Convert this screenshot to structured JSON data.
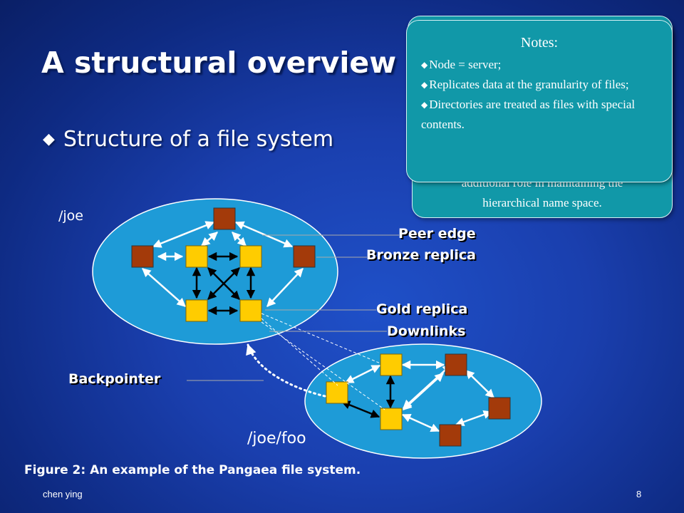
{
  "slide": {
    "title": "A structural overview",
    "bullet": "Structure of a file system",
    "caption": "Figure 2: An example of the Pangaea file system.",
    "footer_author": "chen ying",
    "page_number": "8"
  },
  "diagram": {
    "top_path": "/joe",
    "bottom_path": "/joe/foo",
    "labels": {
      "peer_edge": "Peer edge",
      "bronze_replica": "Bronze replica",
      "gold_replica": "Gold replica",
      "downlinks": "Downlinks",
      "backpointer": "Backpointer"
    },
    "colors": {
      "cluster_fill": "#1e9bd7",
      "gold": "#ffcc00",
      "bronze": "#a33a0a"
    }
  },
  "notes": {
    "title": "Notes",
    "items": [
      "Node = server;",
      "Replicates data at the granularity of files;",
      "Directories are treated as files with special contents."
    ],
    "behind_text_1": "additional role in maintaining the",
    "behind_text_2": "hierarchical name space.",
    "bullet_icon": "diamond-bullet-icon"
  }
}
